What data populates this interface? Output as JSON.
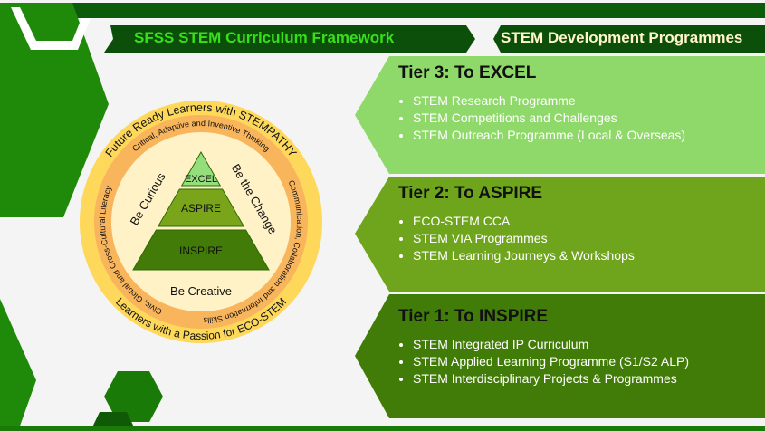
{
  "header": {
    "framework_title": "SFSS STEM Curriculum Framework",
    "programmes_title": "STEM Development Programmes"
  },
  "framework": {
    "outer_ring_top": "Future Ready Learners with STEMPATHY",
    "outer_ring_bottom": "Learners with a Passion for ECO-STEM",
    "inner_ring_top": "Critical, Adaptive and Inventive Thinking",
    "inner_ring_right": "Communication, Collaboration and Information Skills",
    "inner_ring_left": "Civic, Global and Cross-Cultural Literacy",
    "be_curious": "Be Curious",
    "be_the_change": "Be the Change",
    "be_creative": "Be Creative",
    "pyramid": [
      "EXCEL",
      "ASPIRE",
      "INSPIRE"
    ]
  },
  "tiers": [
    {
      "title": "Tier 3: To EXCEL",
      "items": [
        "STEM Research Programme",
        "STEM Competitions and Challenges",
        "STEM Outreach Programme (Local & Overseas)"
      ],
      "color": "#8fd86a",
      "text_color": "#ffffff"
    },
    {
      "title": "Tier 2: To ASPIRE",
      "items": [
        "ECO-STEM CCA",
        "STEM VIA Programmes",
        "STEM Learning Journeys & Workshops"
      ],
      "color": "#6fa51c",
      "text_color": "#ffffff"
    },
    {
      "title": "Tier 1: To INSPIRE",
      "items": [
        "STEM Integrated IP Curriculum",
        "STEM Applied Learning Programme (S1/S2 ALP)",
        "STEM Interdisciplinary Projects & Programmes"
      ],
      "color": "#427c08",
      "text_color": "#ffffff"
    }
  ]
}
